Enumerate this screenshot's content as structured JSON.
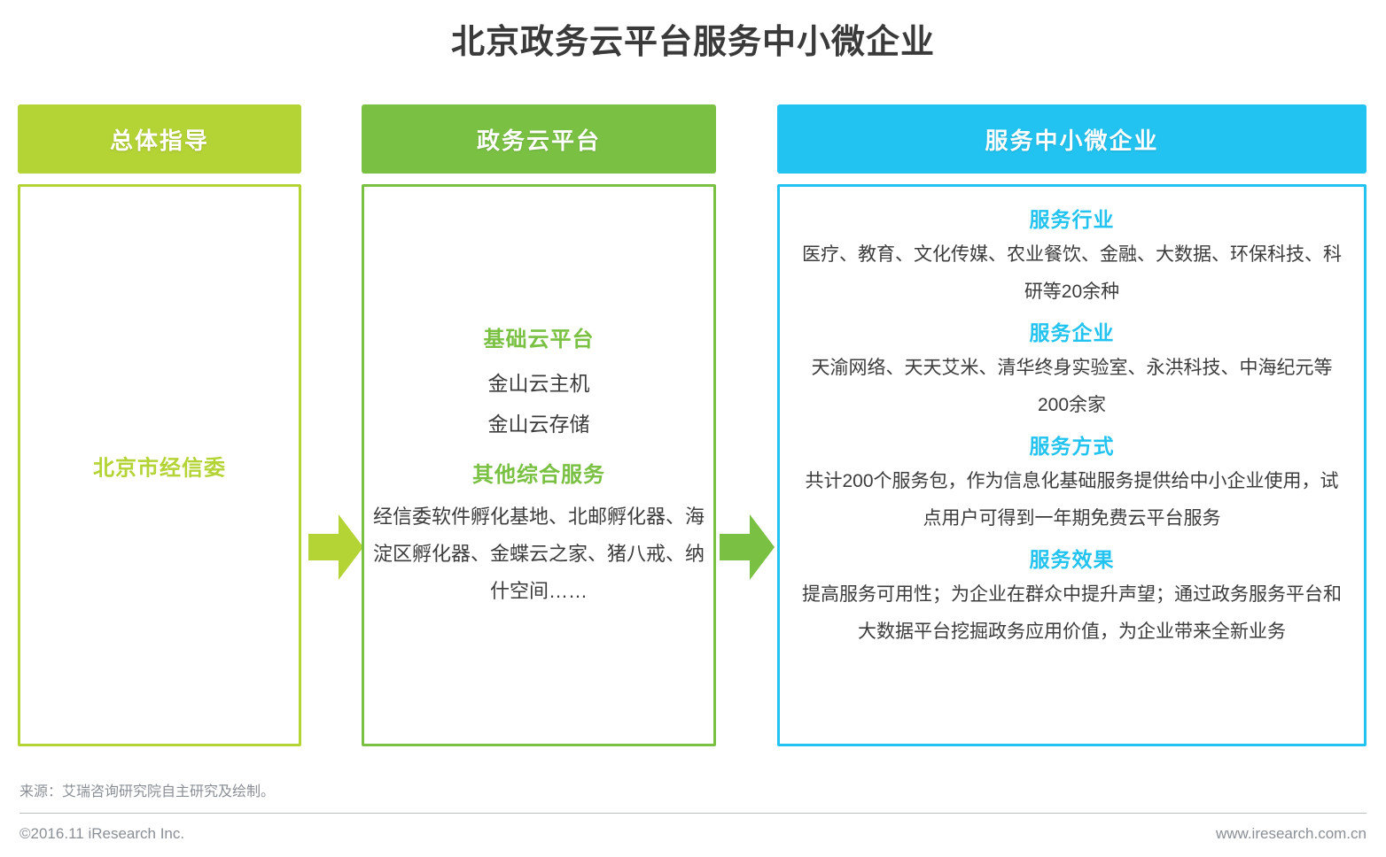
{
  "title": "北京政务云平台服务中小微企业",
  "colors": {
    "yellow_green": "#b4d335",
    "green": "#7ac143",
    "cyan": "#22c3f0",
    "text_dark": "#3c3c3c",
    "footer_gray": "#8a8f96"
  },
  "columns": [
    {
      "header": "总体指导",
      "label": "北京市经信委"
    },
    {
      "header": "政务云平台",
      "sub_head_1": "基础云平台",
      "line_1": "金山云主机",
      "line_2": "金山云存储",
      "sub_head_2": "其他综合服务",
      "paragraph": "经信委软件孵化基地、北邮孵化器、海淀区孵化器、金蝶云之家、猪八戒、纳什空间……"
    },
    {
      "header": "服务中小微企业",
      "sections": [
        {
          "head": "服务行业",
          "body": "医疗、教育、文化传媒、农业餐饮、金融、大数据、环保科技、科研等20余种"
        },
        {
          "head": "服务企业",
          "body": "天渝网络、天天艾米、清华终身实验室、永洪科技、中海纪元等200余家"
        },
        {
          "head": "服务方式",
          "body": "共计200个服务包，作为信息化基础服务提供给中小企业使用，试点用户可得到一年期免费云平台服务"
        },
        {
          "head": "服务效果",
          "body": "提高服务可用性；为企业在群众中提升声望；通过政务服务平台和大数据平台挖掘政务应用价值，为企业带来全新业务"
        }
      ]
    }
  ],
  "arrows": [
    {
      "name": "arrow-right-icon",
      "color": "#b4d335"
    },
    {
      "name": "arrow-right-icon",
      "color": "#7ac143"
    }
  ],
  "footer": {
    "source": "来源：艾瑞咨询研究院自主研究及绘制。",
    "copyright": "©2016.11 iResearch Inc.",
    "website": "www.iresearch.com.cn"
  }
}
